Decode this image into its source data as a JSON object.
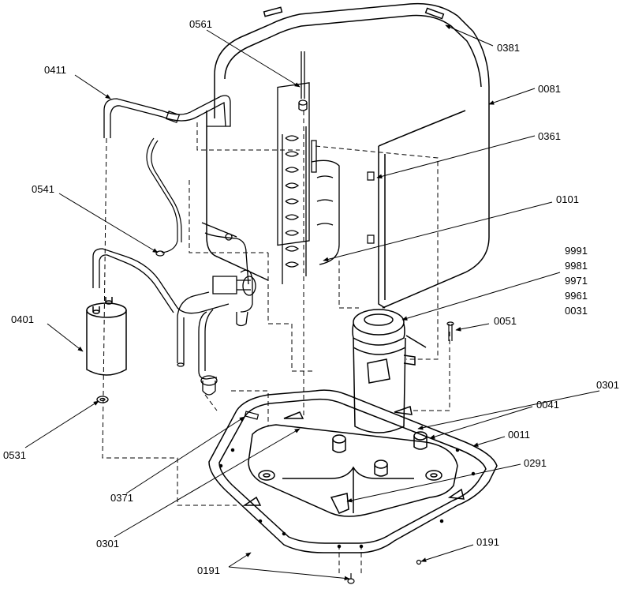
{
  "labels": {
    "l0561": "0561",
    "l0381": "0381",
    "l0411": "0411",
    "l0081": "0081",
    "l0361": "0361",
    "l0541": "0541",
    "l0101": "0101",
    "l9991": "9991",
    "l9981": "9981",
    "l9971": "9971",
    "l9961": "9961",
    "l0031": "0031",
    "l0401": "0401",
    "l0051": "0051",
    "l0301a": "0301",
    "l0041": "0041",
    "l0011": "0011",
    "l0531": "0531",
    "l0371": "0371",
    "l0291": "0291",
    "l0301b": "0301",
    "l0191a": "0191",
    "l0191b": "0191"
  },
  "colors": {
    "line": "#000000",
    "background": "#ffffff"
  }
}
